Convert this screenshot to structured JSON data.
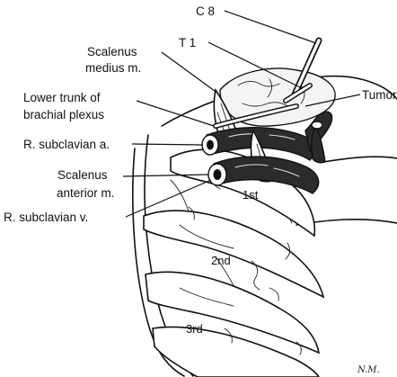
{
  "labels": {
    "c8": "C 8",
    "t1": "T 1",
    "scalenus_medius_1": "Scalenus",
    "scalenus_medius_2": "medius m.",
    "lower_trunk_1": "Lower trunk of",
    "lower_trunk_2": "brachial plexus",
    "tumor": "Tumor",
    "subclavian_artery": "R. subclavian a.",
    "scalenus_anterior_1": "Scalenus",
    "scalenus_anterior_2": "anterior m.",
    "subclavian_vein": "R. subclavian v.",
    "rib_1": "1st",
    "rib_2": "2nd",
    "rib_3": "3rd",
    "signature": "N.M."
  }
}
